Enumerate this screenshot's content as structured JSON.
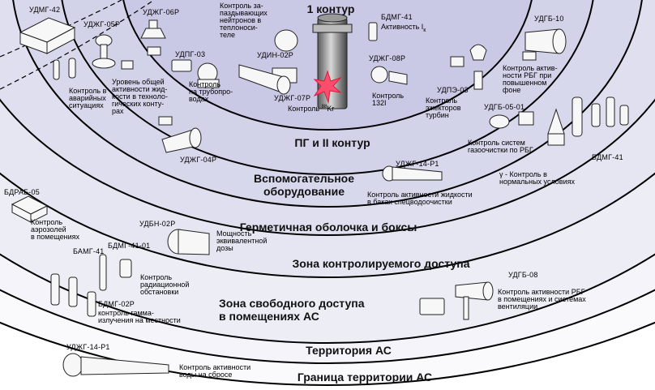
{
  "zones": {
    "z1": "1 контур",
    "z2": "ПГ и II контур",
    "z3": "Вспомогательное\nоборудование",
    "z4": "Герметичная оболочка и боксы",
    "z5": "Зона контролируемого доступа",
    "z6": "Зона свободного доступа\nв помещениях АС",
    "z7": "Территория АС",
    "z8": "Граница территории АС"
  },
  "codes": {
    "udmg42": "УДМГ-42",
    "udzhg05r": "УДЖГ-05Р",
    "udzhg06r": "УДЖГ-06Р",
    "udpg03": "УДПГ-03",
    "udin02r": "УДИН-02Р",
    "udzhg07r": "УДЖГ-07Р",
    "bdmg41_top": "БДМГ-41",
    "udzhg08r": "УДЖГ-08Р",
    "udpe03": "УДПЭ-03",
    "udgb10": "УДГБ-10",
    "udgb0501": "УДГБ-05-01",
    "bdmg41_right": "БДМГ-41",
    "udzhg04r": "УДЖГ-04Р",
    "udzhg14r1_mid": "УДЖГ-14-Р1",
    "bdrab05": "БДРАБ-05",
    "udbn02r": "УДБН-02Р",
    "bamg41": "БАМГ-41",
    "bdmg4101": "БДМГ-41-01",
    "bdmg02r": "БДМГ-02Р",
    "udgb08": "УДГБ-08",
    "udzhg14r1_bot": "УДЖГ-14-Р1"
  },
  "notes": {
    "neutrons": "Контроль за-\nпаздывающих\nнейтронов в\nтеплоноси-\nтеле",
    "activity_ik": "Активность I",
    "activity_ik_sub": "к",
    "kr": "Контроль",
    "kr_sup": "88",
    "kr_el": "Kr",
    "i132": "Контроль\n132I",
    "accident": "Контроль в\nаварийных\nситуациях",
    "liquid": "Уровень общей\nактивности жид-\nкости в техноло-\nгических конту-\nрах",
    "pipes": "Контроль\nна трубопро-\nводах",
    "ejectors": "Контроль\nэжекторов\nтурбин",
    "rbg_bg": "Контроль актив-\nности РБГ при\nповышенном\nфоне",
    "gas_clean": "Контроль систем\nгазоочистки по РБГ",
    "gamma_normal": "γ - Контроль в\nнормальных условиях",
    "tanks": "Контроль активности жидкости\nв баках спецводоочистки",
    "aerosol": "Контроль\nаэрозолей\nв помещениях",
    "dose": "Мощность\nэквивалентной\nдозы",
    "radiation": "Контроль\nрадиационной\nобстановки",
    "gamma_local": "контроль гамма-\nизлучения на местности",
    "rbg_vent": "Контроль активности РБГ\nв помещениях и системах\nвентиляции",
    "water": "Контроль активности\nводы на сбросе"
  },
  "colors": {
    "background": "#ffffff",
    "ring_outer": "#fafafd",
    "ring_inner": "#c9c9e6",
    "ring_stroke": "#000000",
    "star": "#ff4d6d"
  }
}
